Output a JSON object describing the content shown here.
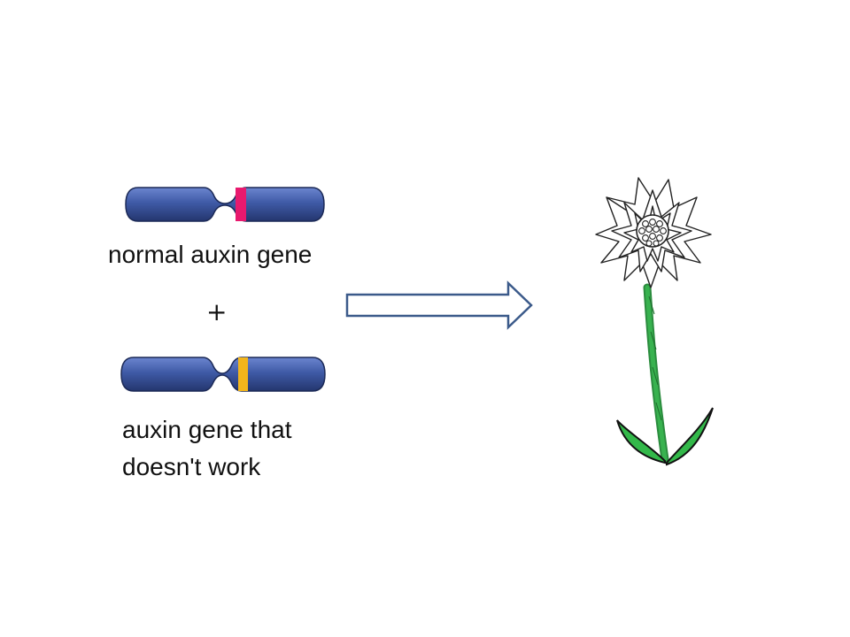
{
  "labels": {
    "normal": "normal auxin gene",
    "plus": "+",
    "broken_line1": "auxin gene that",
    "broken_line2": "doesn't work"
  },
  "colors": {
    "chromosome": "#3f5aa6",
    "chromosome_dark": "#24366e",
    "normal_band": "#e8196e",
    "broken_band": "#f2b51c",
    "arrow_outline": "#3b5a8a",
    "stem": "#2fa84a",
    "leaf": "#33b84a"
  },
  "icons": [
    "chromosome-normal-icon",
    "chromosome-mutant-icon",
    "result-arrow-icon",
    "flower-icon"
  ]
}
